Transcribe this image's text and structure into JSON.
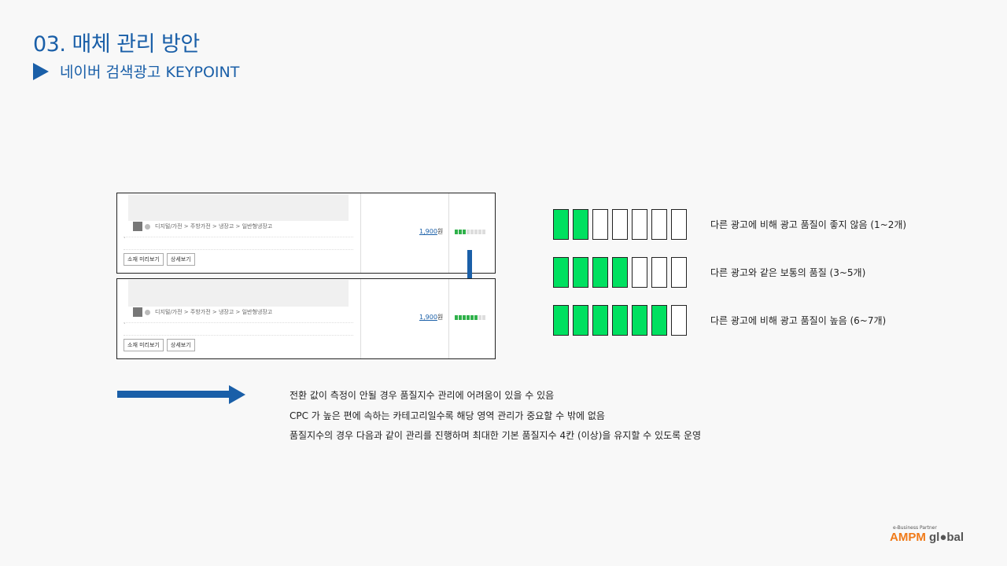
{
  "header": {
    "title": "03. 매체 관리 방안",
    "subtitle": "네이버 검색광고 KEYPOINT"
  },
  "ad_preview": {
    "breadcrumb": "디지털/가전 > 주방가전 > 냉장고 > 일반형냉장고",
    "bullet": "·",
    "buttons": [
      "소재 미리보기",
      "상세보기"
    ],
    "price_value": "1,900",
    "price_unit": "원",
    "before_quality": 3,
    "after_quality": 6,
    "quality_max": 8
  },
  "quality_scale": {
    "total": 7,
    "rows": [
      {
        "filled": 2,
        "label": "다른 광고에 비해 광고 품질이 좋지 않음 (1~2개)"
      },
      {
        "filled": 4,
        "label": "다른 광고와 같은 보통의 품질 (3~5개)"
      },
      {
        "filled": 6,
        "label": "다른 광고에 비해 광고 품질이 높음 (6~7개)"
      }
    ],
    "on_color": "#00e060"
  },
  "notes": [
    "전환 값이 측정이 안될 경우 품질지수 관리에 어려움이 있을 수 있음",
    "CPC 가 높은 편에 속하는 카테고리일수록  해당 영역 관리가 중요할 수 밖에 없음",
    "품질지수의 경우 다음과 같이 관리를 진행하며 최대한 기본 품질지수 4칸 (이상)을 유지할 수 있도록 운영"
  ],
  "logo": {
    "tagline": "e-Business Partner",
    "brand_a": "AMPM",
    "brand_b": " gl●bal"
  },
  "colors": {
    "accent": "#1a5fa8",
    "brand_orange": "#f07a18"
  }
}
